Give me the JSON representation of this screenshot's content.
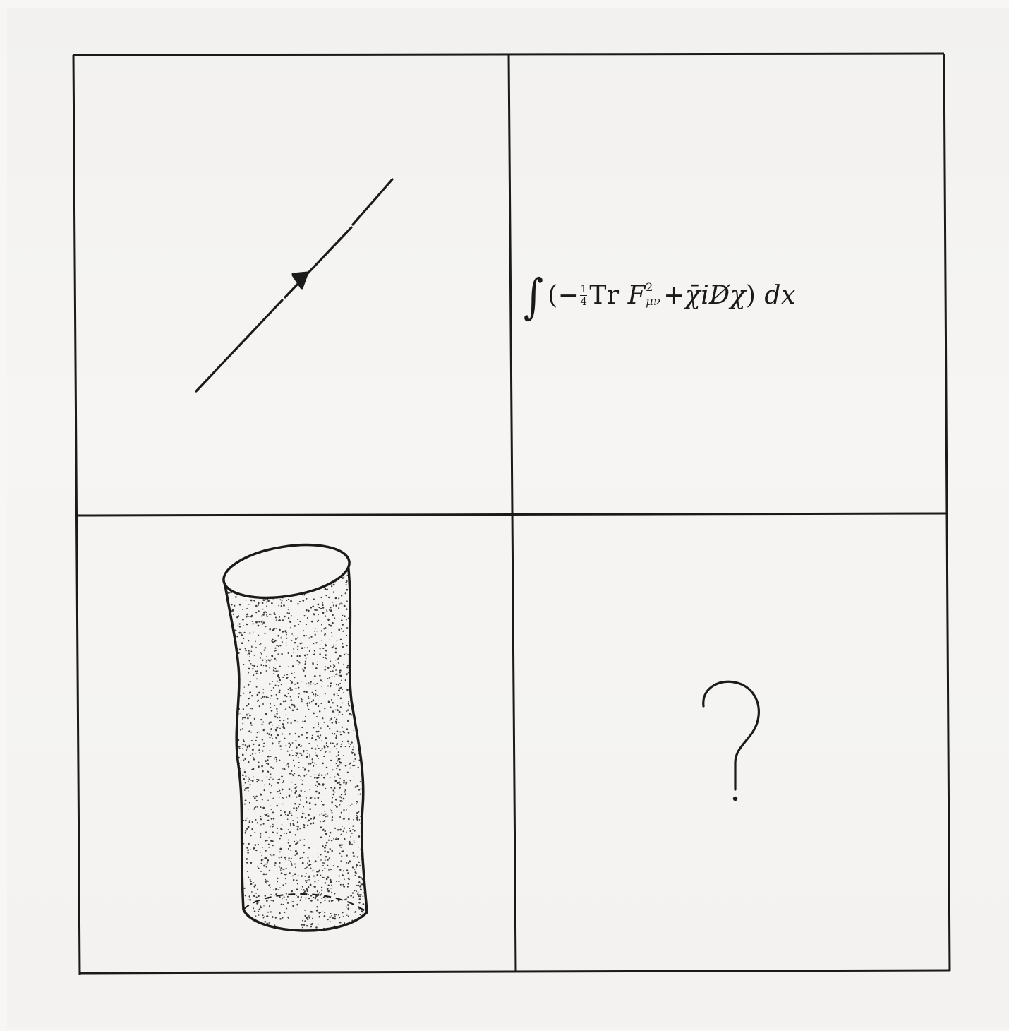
{
  "panels": {
    "top_left": {
      "description_name": "oriented-line"
    },
    "top_right": {
      "formula": {
        "integral": "∫",
        "open": "(−",
        "frac_num": "1",
        "frac_den": "4",
        "trace": "Tr ",
        "F": "F",
        "F_sup": "2",
        "F_sub": "μν",
        "plus": "+",
        "chibar": "χ̄",
        "i": "i",
        "dslash": "D̸",
        "chi": "χ",
        "close": ")",
        "dx": "dx"
      }
    },
    "bottom_left": {
      "description_name": "worldsheet-tube"
    },
    "bottom_right": {
      "symbol": "?"
    }
  },
  "colors": {
    "ink": "#1a1a1a",
    "paper": "#f7f6f4",
    "stipple": "#3a3a3a"
  }
}
